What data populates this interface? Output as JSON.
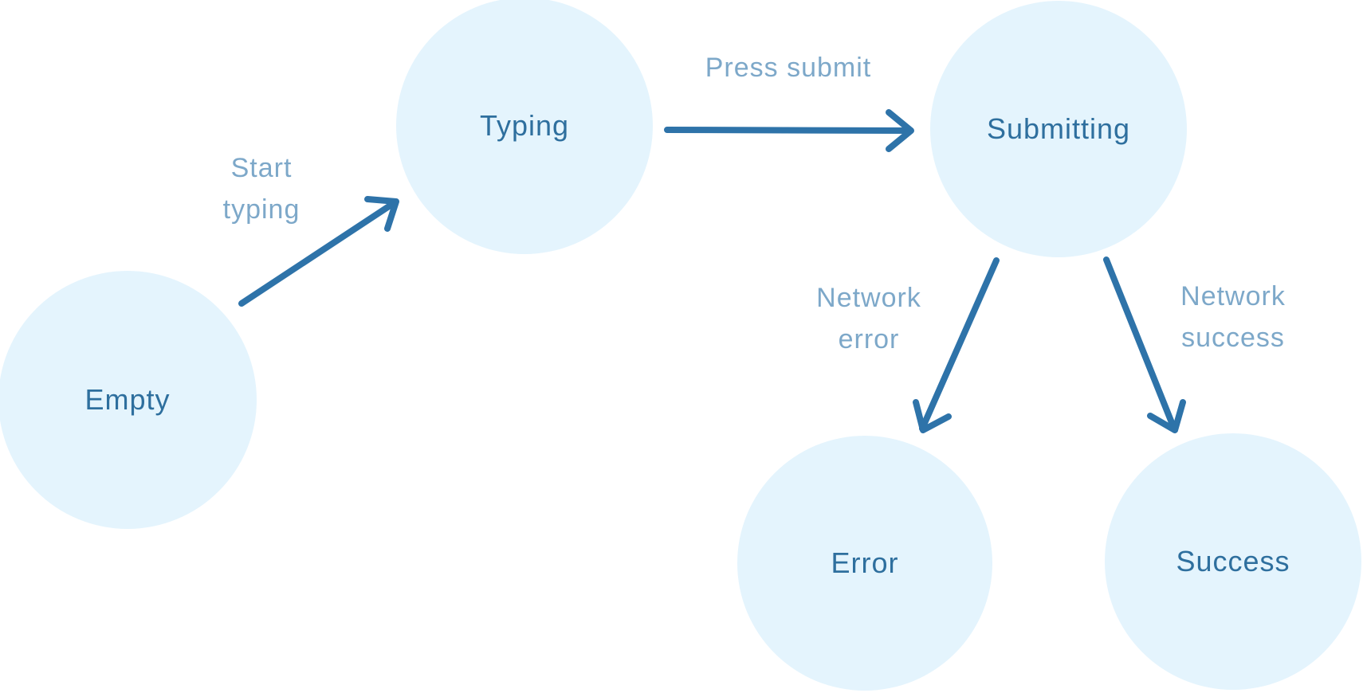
{
  "diagram": {
    "type": "state-machine",
    "nodes": [
      {
        "id": "empty",
        "label": "Empty"
      },
      {
        "id": "typing",
        "label": "Typing"
      },
      {
        "id": "submitting",
        "label": "Submitting"
      },
      {
        "id": "error",
        "label": "Error"
      },
      {
        "id": "success",
        "label": "Success"
      }
    ],
    "edges": [
      {
        "from": "empty",
        "to": "typing",
        "label": "Start typing"
      },
      {
        "from": "typing",
        "to": "submitting",
        "label": "Press submit"
      },
      {
        "from": "submitting",
        "to": "error",
        "label": "Network error"
      },
      {
        "from": "submitting",
        "to": "success",
        "label": "Network success"
      }
    ]
  },
  "colors": {
    "node_fill": "#E4F4FD",
    "node_text": "#2E6F9E",
    "arrow": "#2E73A9",
    "edge_label": "#2E73A9",
    "background": "#FFFFFF"
  }
}
